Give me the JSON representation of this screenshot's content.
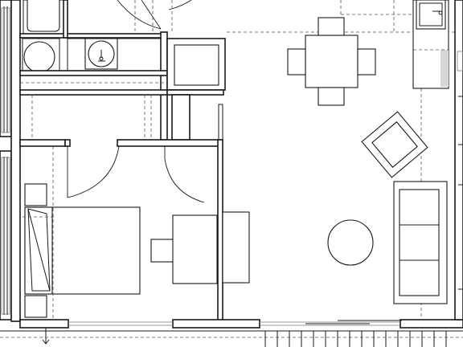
{
  "diagram": {
    "type": "floor-plan",
    "rooms": [
      "bathroom",
      "bedroom",
      "living-dining",
      "kitchen",
      "closet",
      "hallway"
    ],
    "furniture": [
      "bathtub",
      "toilet",
      "bathroom-sink",
      "vanity",
      "bed",
      "nightstand",
      "desk",
      "desk-chair",
      "dresser",
      "dining-table",
      "dining-chair",
      "armchair",
      "round-coffee-table",
      "sofa",
      "kitchen-sink"
    ],
    "colors": {
      "line": "#1a1a1a",
      "hidden_line": "#555555",
      "counter_shade": "#d7d7d7",
      "background": "#ffffff"
    }
  }
}
